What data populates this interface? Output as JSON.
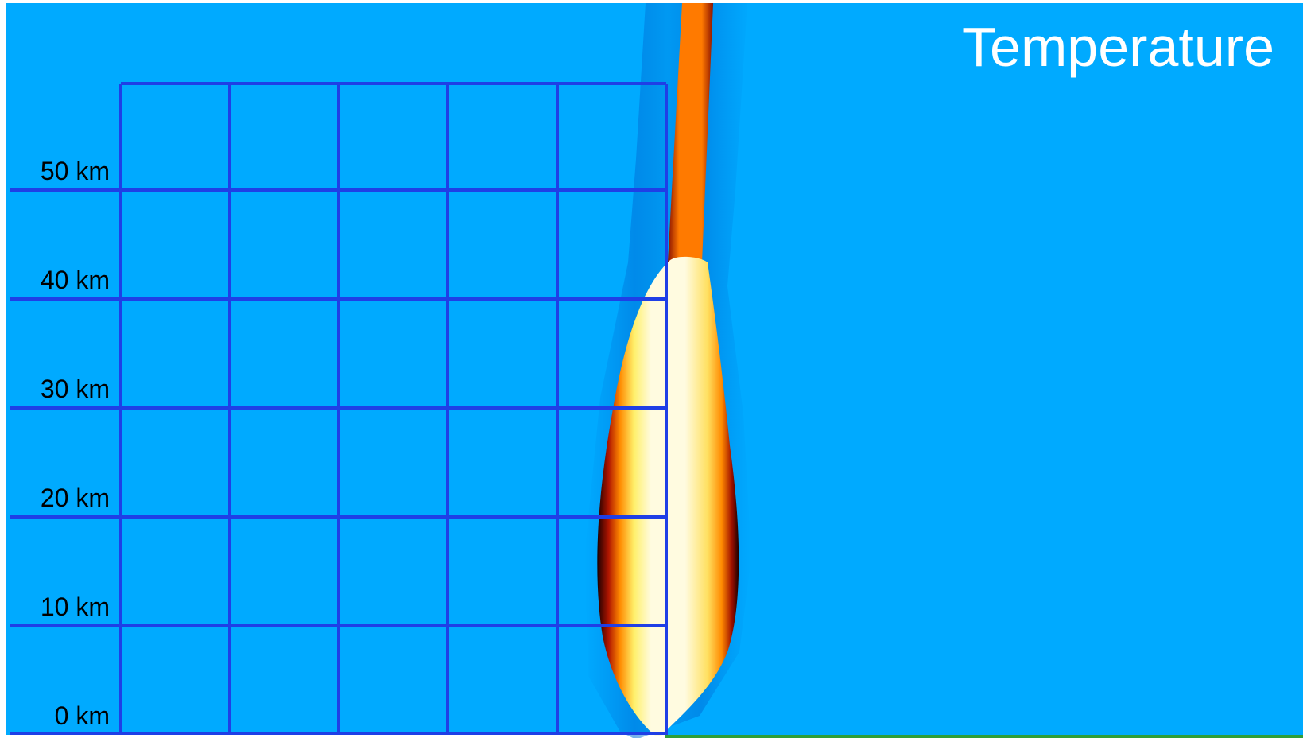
{
  "title": "Temperature",
  "colors": {
    "background": "#00aaff",
    "grid": "#1f3fe6",
    "plume_core": "#fffbe0",
    "plume_edge": "#b01500",
    "jet": "#ff7a00",
    "ground": "#2e9e3a",
    "label_text": "#000000",
    "title_text": "#ffffff"
  },
  "altitude_axis": {
    "unit": "km",
    "ticks": [
      {
        "value": 50,
        "label": "50 km"
      },
      {
        "value": 40,
        "label": "40 km"
      },
      {
        "value": 30,
        "label": "30 km"
      },
      {
        "value": 20,
        "label": "20 km"
      },
      {
        "value": 10,
        "label": "10 km"
      },
      {
        "value": 0,
        "label": "0 km"
      }
    ]
  }
}
